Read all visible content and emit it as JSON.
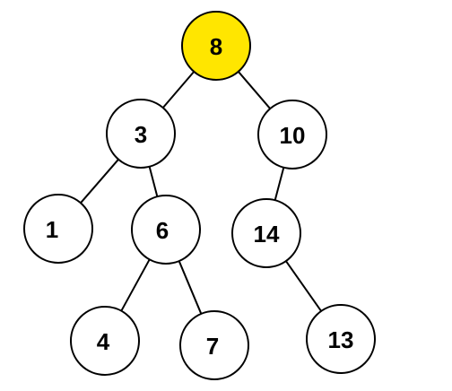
{
  "colors": {
    "highlight": "#FFE600",
    "node_fill": "#FFFFFF",
    "stroke": "#000000"
  },
  "tree": {
    "nodes": [
      {
        "id": "n8",
        "label": "8",
        "highlighted": true
      },
      {
        "id": "n3",
        "label": "3"
      },
      {
        "id": "n10",
        "label": "10"
      },
      {
        "id": "n1",
        "label": "1"
      },
      {
        "id": "n6",
        "label": "6"
      },
      {
        "id": "n14",
        "label": "14"
      },
      {
        "id": "n4",
        "label": "4"
      },
      {
        "id": "n7",
        "label": "7"
      },
      {
        "id": "n13",
        "label": "13"
      }
    ],
    "edges": [
      {
        "from": "n8",
        "to": "n3"
      },
      {
        "from": "n8",
        "to": "n10"
      },
      {
        "from": "n3",
        "to": "n1"
      },
      {
        "from": "n3",
        "to": "n6"
      },
      {
        "from": "n10",
        "to": "n14"
      },
      {
        "from": "n6",
        "to": "n4"
      },
      {
        "from": "n6",
        "to": "n7"
      },
      {
        "from": "n14",
        "to": "n13"
      }
    ]
  }
}
